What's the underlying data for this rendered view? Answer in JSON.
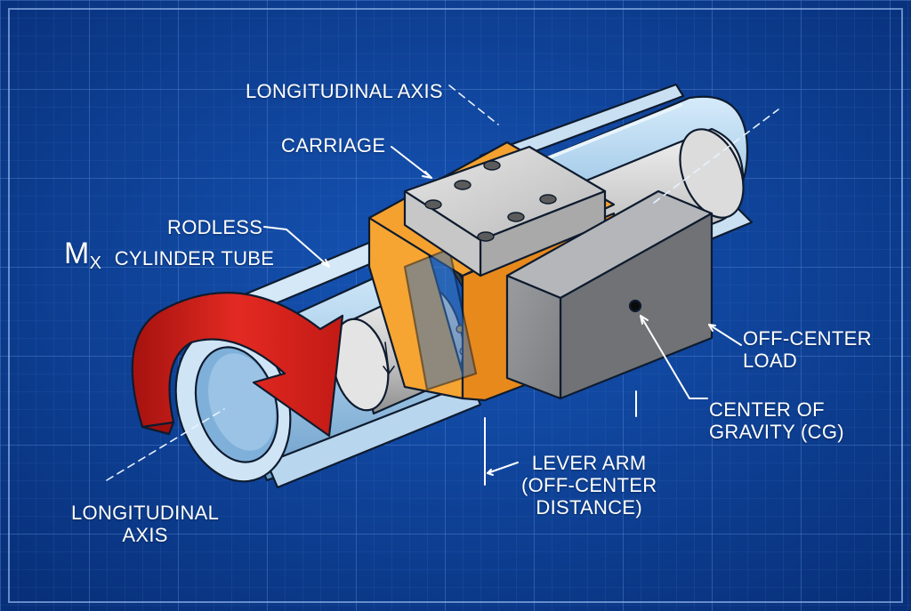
{
  "labels": {
    "top_axis": "LONGITUDINAL AXIS",
    "carriage": "CARRIAGE",
    "rodless": "RODLESS",
    "cylinder_tube": "CYLINDER TUBE",
    "moment_symbol": "M",
    "moment_subscript": "X",
    "off_center_1": "OFF-CENTER",
    "off_center_2": "LOAD",
    "cg_1": "CENTER OF",
    "cg_2": "GRAVITY (CG)",
    "lever_1": "LEVER ARM",
    "lever_2": "(OFF-CENTER",
    "lever_3": "DISTANCE)",
    "bottom_axis_1": "LONGITUDINAL",
    "bottom_axis_2": "AXIS"
  },
  "colors": {
    "background": "#0b3f98",
    "carriage": "#f29a26",
    "load": "#8e9093",
    "tube": "#9fc6e6",
    "arrow": "#e0201b"
  }
}
